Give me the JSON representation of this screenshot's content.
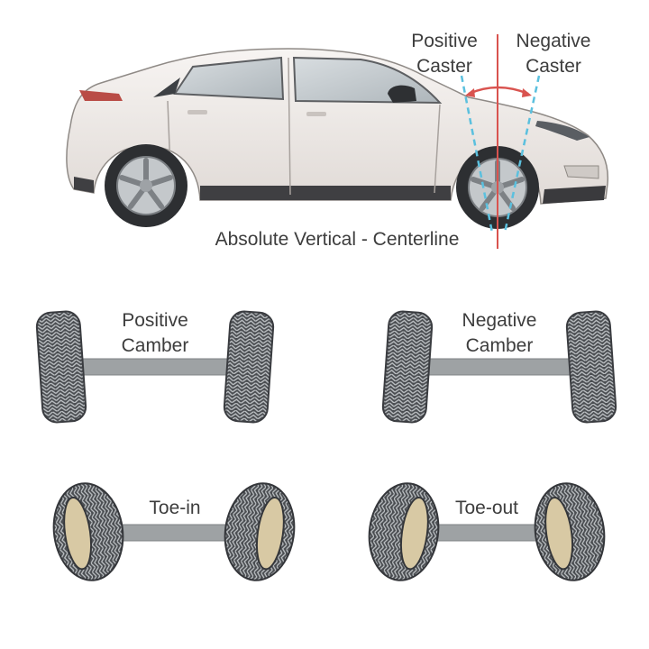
{
  "caster": {
    "positive_line1": "Positive",
    "positive_line2": "Caster",
    "negative_line1": "Negative",
    "negative_line2": "Caster",
    "centerline_label": "Absolute Vertical - Centerline"
  },
  "camber": {
    "positive_line1": "Positive",
    "positive_line2": "Camber",
    "negative_line1": "Negative",
    "negative_line2": "Camber"
  },
  "toe": {
    "toe_in": "Toe-in",
    "toe_out": "Toe-out"
  },
  "colors": {
    "car_body": "#ece7e4",
    "centerline": "#d9534f",
    "caster_dash": "#5bc0de",
    "tire": "#45484c",
    "axle": "#9ea2a4"
  }
}
